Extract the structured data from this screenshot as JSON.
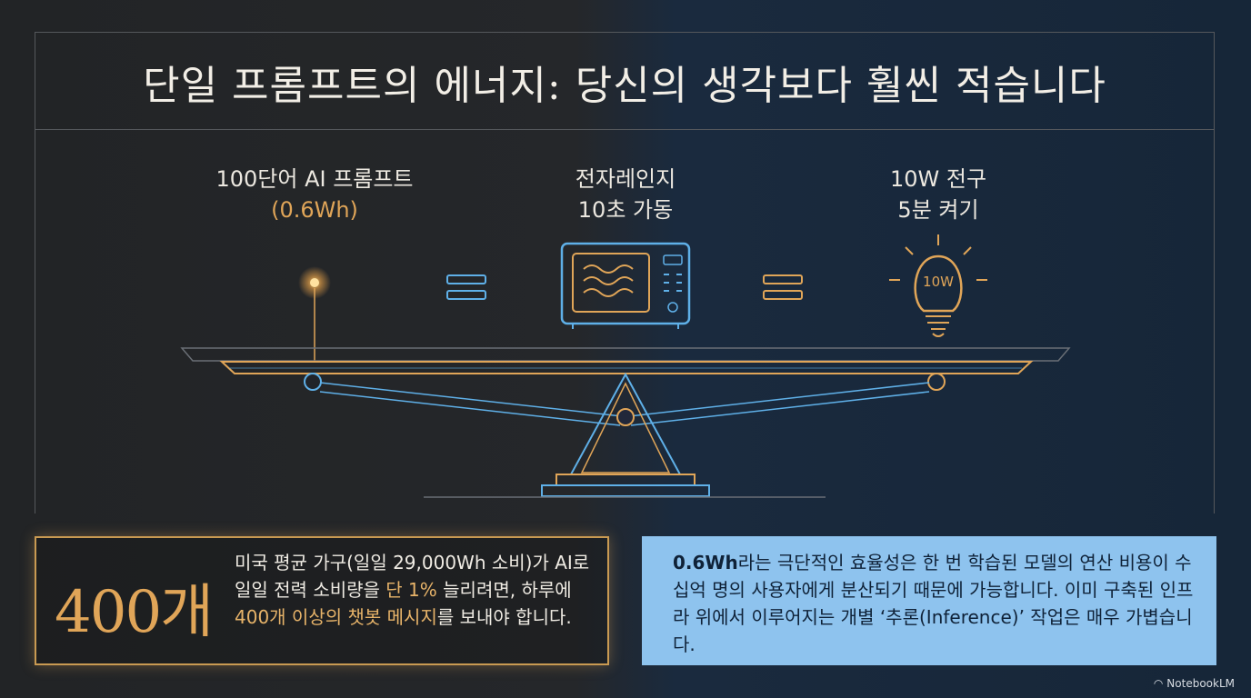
{
  "title": "단일 프롬프트의 에너지: 당신의 생각보다 훨씬 적습니다",
  "labels": {
    "prompt_line1": "100단어 AI 프롬프트",
    "prompt_line2": "(0.6Wh)",
    "microwave_line1": "전자레인지",
    "microwave_line2": "10초 가동",
    "bulb_line1": "10W 전구",
    "bulb_line2": "5분 켜기",
    "bulb_icon_text": "10W"
  },
  "icons": {
    "prompt": "glowing-dot-icon",
    "equals": "equals-icon",
    "microwave": "microwave-icon",
    "bulb": "light-bulb-icon",
    "scale": "balance-scale-icon"
  },
  "colors": {
    "accent_gold": "#e0a558",
    "accent_blue": "#5fb0e8",
    "info_box_bg": "#8ec3ee"
  },
  "stat": {
    "number": "400개",
    "text_1": "미국 평균 가구(일일 29,000Wh 소비)가 AI로 일일 전력 소비량을 ",
    "highlight_1": "단 1%",
    "text_2": " 늘리려면, 하루에 ",
    "highlight_2": "400개 이상의 챗봇 메시지",
    "text_3": "를 보내야 합니다."
  },
  "note": {
    "bold": "0.6Wh",
    "text": "라는 극단적인 효율성은 한 번 학습된 모델의 연산 비용이 수십억 명의 사용자에게 분산되기 때문에 가능합니다. 이미 구축된 인프라 위에서 이루어지는 개별 ‘추론(Inference)’ 작업은 매우 가볍습니다."
  },
  "brand": "NotebookLM"
}
